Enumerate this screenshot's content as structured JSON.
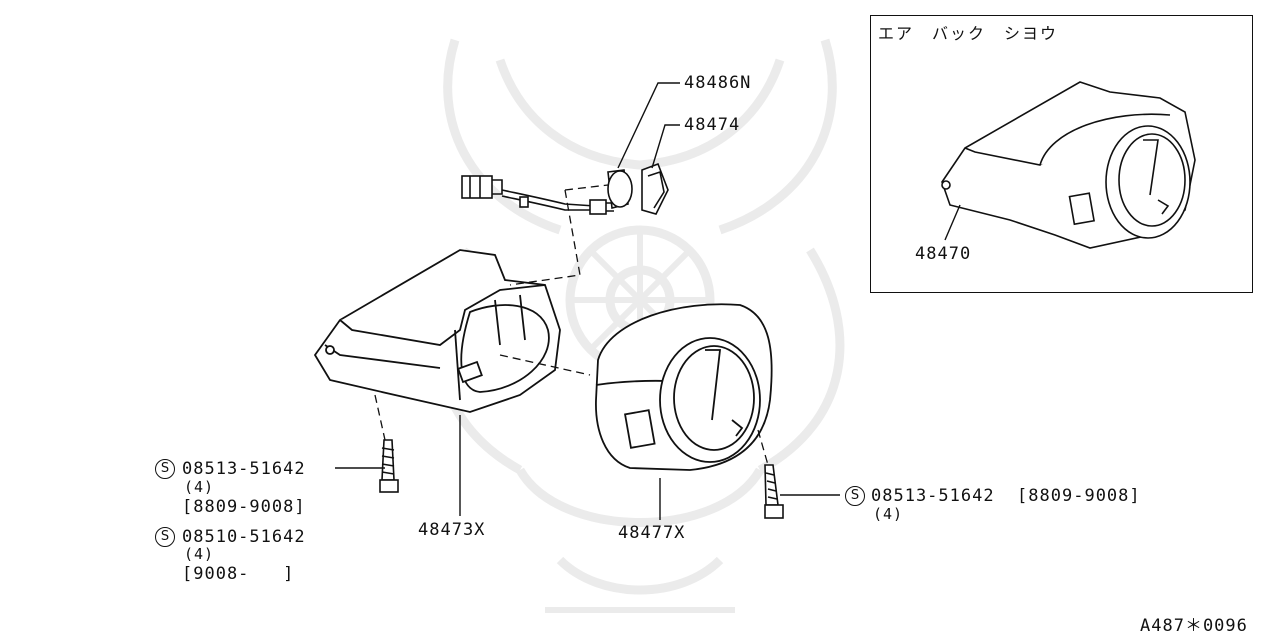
{
  "inset": {
    "title": "エア　バック　シヨウ",
    "part_label": "48470"
  },
  "parts": {
    "p48486n": "48486N",
    "p48474": "48474",
    "p48473x": "48473X",
    "p48477x": "48477X"
  },
  "screws_left": [
    {
      "symbol": "S",
      "number": "08513-51642",
      "qty": "(4)",
      "date": "[8809-9008]"
    },
    {
      "symbol": "S",
      "number": "08510-51642",
      "qty": "(4)",
      "date": "[9008-   ]"
    }
  ],
  "screw_right": {
    "symbol": "S",
    "number": "08513-51642  [8809-9008]",
    "qty": "(4)"
  },
  "diagram_code": "A487＊0096"
}
